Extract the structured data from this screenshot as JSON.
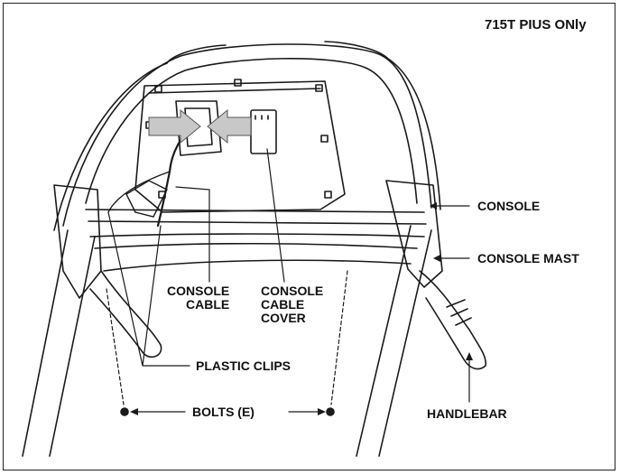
{
  "title": "715T PIUS ONly",
  "labels": {
    "console": "CONSOLE",
    "console_mast": "CONSOLE MAST",
    "console_cable": "CONSOLE\nCABLE",
    "console_cable_cover": "CONSOLE\nCABLE\nCOVER",
    "plastic_clips": "PLASTIC CLIPS",
    "bolts": "BOLTS (E)",
    "handlebar": "HANDLEBAR"
  },
  "colors": {
    "line": "#1a1a1a",
    "arrow_fill": "#c8c8c8",
    "background": "#ffffff"
  }
}
